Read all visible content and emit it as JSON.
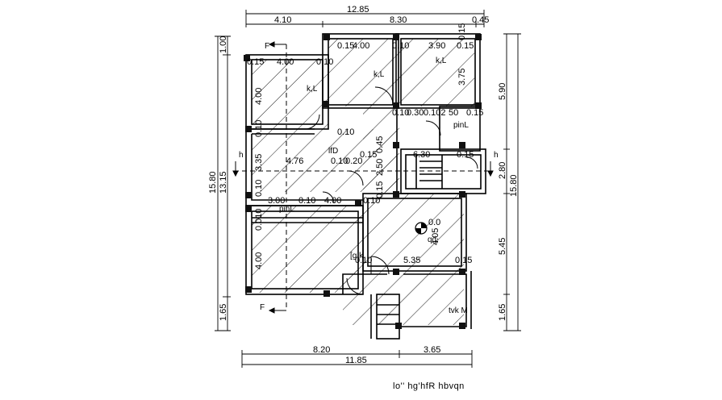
{
  "colors": {
    "line": "#000000",
    "background": "#ffffff",
    "column": "#111111"
  },
  "top_dims": {
    "overall": "12.85",
    "left": "4.10",
    "mid": "8.30",
    "right": "0.45"
  },
  "bottom_dims": {
    "left": "8.20",
    "overall": "11.85",
    "right": "3.65"
  },
  "left_dims": {
    "top": "1.00",
    "overall_a": "13.15",
    "overall_b": "15.80",
    "bottom": "1.65"
  },
  "right_dims": {
    "top": "5.90",
    "mid": "2.80",
    "lower": "5.45",
    "overall": "15.80",
    "bottom": "1.65"
  },
  "section_marks": {
    "top": "F",
    "bottom": "F",
    "left": "h",
    "right": "h"
  },
  "room_labels": {
    "kl_left": "k,L",
    "kl_mid": "k,L",
    "kl_right": "k,L",
    "pink_mid": "pinL",
    "pink_right": "pinL",
    "lfd": "lfD",
    "qd": "qd,",
    "tvk": "tvk M",
    "lg": "[g,k",
    "level": "0.0"
  },
  "inner_dims": {
    "d_015_a": "0.15",
    "d_400_a": "4.00",
    "d_010_a": "0.10",
    "d_390": "3.90",
    "d_015_b": "0.15",
    "d_015_c": "0.15",
    "d_400_b": "4.00",
    "d_010_b": "0.10",
    "d_400_v1": "4.00",
    "d_375": "3.75",
    "d_010_v1": "0.10",
    "d_335": "3.35",
    "d_010_v2": "0.10",
    "d_476": "4.76",
    "d_010_c": "0.10",
    "d_020": "0.20",
    "d_015_d": "0.15",
    "d_630": "6.30",
    "d_015_e": "0.15",
    "d_250": "2.50",
    "d_010_d": "0.10",
    "d_030": "0.30",
    "d_0102": "0.102",
    "d_50": "50",
    "d_015_f": "0.15",
    "d_300": "3.00",
    "d_010_e": "0.10",
    "d_400_c": "4.00",
    "d_010_f": "0.10",
    "d_0010": "0.010",
    "d_400_v2": "4.00",
    "d_405": "4.05",
    "d_535": "5.35",
    "d_015_g": "0.15",
    "d_010_g": "0.10",
    "d_015_h": "0.15",
    "d_010_h": "0.10",
    "d_045": "0.45",
    "d_015_v": "0.15"
  },
  "caption": "lo'' hg'hfR hbvqn"
}
